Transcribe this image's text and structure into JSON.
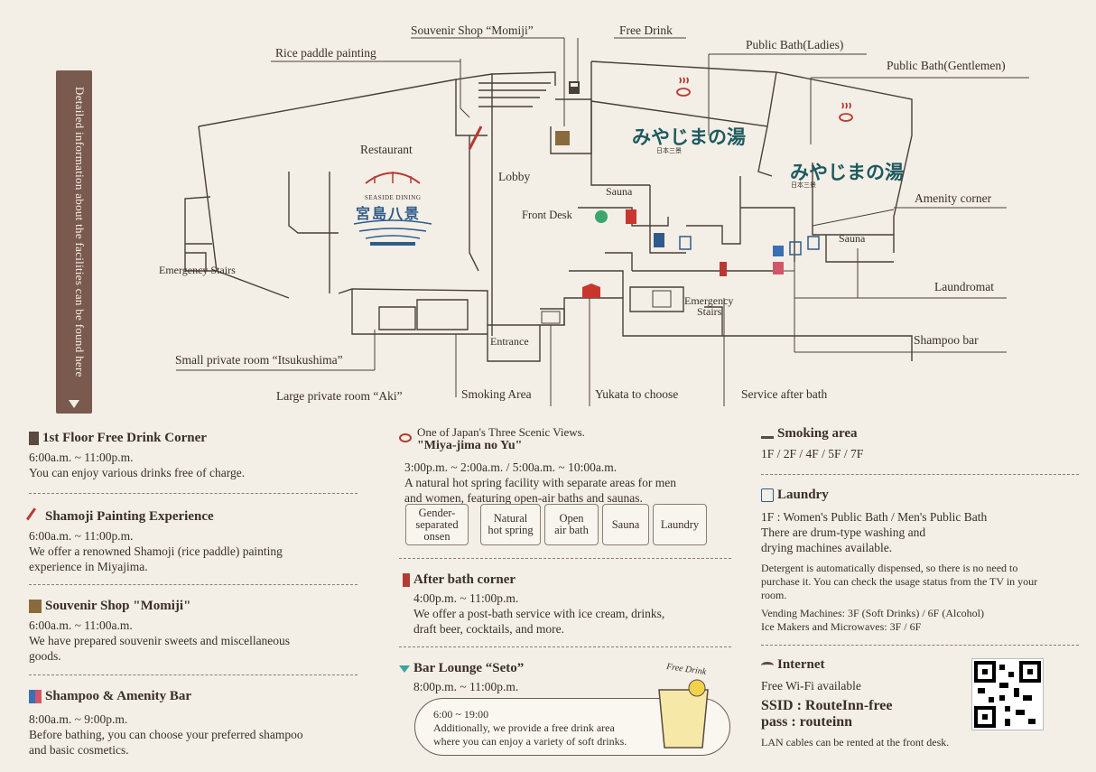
{
  "banner": {
    "text": "Detailed information about the facilities can be found here"
  },
  "map": {
    "labels": {
      "souvenir_shop": "Souvenir Shop “Momiji”",
      "free_drink": "Free Drink",
      "public_bath_ladies": "Public Bath(Ladies)",
      "public_bath_gentlemen": "Public Bath(Gentlemen)",
      "rice_paddle": "Rice paddle painting",
      "restaurant": "Restaurant",
      "restaurant_logo_small": "SEASIDE DINING",
      "restaurant_logo": "宮島八景",
      "lobby": "Lobby",
      "front_desk": "Front Desk",
      "sauna1": "Sauna",
      "sauna2": "Sauna",
      "bath_logo1": "みやじまの湯",
      "bath_logo1_sub": "日本三景",
      "bath_logo2": "みやじまの湯",
      "bath_logo2_sub": "日本三景",
      "amenity_corner": "Amenity corner",
      "emergency_stairs_left": "Emergency Stairs",
      "emergency_stairs_right_1": "Emergency",
      "emergency_stairs_right_2": "Stairs",
      "laundromat": "Laundromat",
      "shampoo_bar": "Shampoo bar",
      "entrance": "Entrance",
      "small_private_room": "Small private room “Itsukushima”",
      "large_private_room": "Large private room “Aki”",
      "smoking_area": "Smoking Area",
      "yukata": "Yukata to choose",
      "service_after_bath": "Service after bath"
    }
  },
  "left": {
    "free_drink": {
      "title": "1st Floor Free Drink Corner",
      "hours": "6:00a.m. ~ 11:00p.m.",
      "desc": "You can enjoy various drinks free of charge."
    },
    "shamoji": {
      "title": "Shamoji Painting Experience",
      "hours": "6:00a.m. ~ 11:00p.m.",
      "desc": "We offer a renowned Shamoji (rice paddle) painting\nexperience in Miyajima."
    },
    "souvenir": {
      "title": "Souvenir Shop \"Momiji\"",
      "hours": "6:00a.m. ~ 11:00a.m.",
      "desc": "We have prepared souvenir sweets and miscellaneous\ngoods."
    },
    "shampoo": {
      "title": "Shampoo & Amenity Bar",
      "hours": "8:00a.m. ~ 9:00p.m.",
      "desc": "Before bathing, you can choose your preferred shampoo\nand basic cosmetics."
    }
  },
  "middle": {
    "onsen": {
      "pre": "One of Japan's Three Scenic Views.",
      "title": "\"Miya-jima no Yu\"",
      "hours": "3:00p.m. ~ 2:00a.m. / 5:00a.m. ~ 10:00a.m.",
      "desc": "A natural hot spring facility with separate areas for men\nand women, featuring open-air baths and saunas.",
      "tags": [
        "Gender-\nseparated\nonsen",
        "Natural\nhot spring",
        "Open\nair bath",
        "Sauna",
        "Laundry"
      ]
    },
    "after_bath": {
      "title": "After bath corner",
      "hours": "4:00p.m. ~ 11:00p.m.",
      "desc": "We offer a post-bath service with ice cream, drinks,\ndraft beer, cocktails, and more."
    },
    "bar": {
      "title": "Bar Lounge “Seto”",
      "hours": "8:00p.m. ~ 11:00p.m.",
      "free_drink_hours": "6:00 ~ 19:00",
      "free_drink_desc": "Additionally, we provide a free drink area\nwhere you can enjoy a variety of soft drinks.",
      "free_drink_tag": "Free Drink"
    }
  },
  "right": {
    "smoking": {
      "title": "Smoking area",
      "floors": "1F / 2F / 4F / 5F / 7F"
    },
    "laundry": {
      "title": "Laundry",
      "desc": "1F : Women's Public Bath / Men's Public Bath\nThere are drum-type washing and\ndrying machines available.",
      "note": "Detergent is automatically dispensed, so there is no need to\npurchase it. You can check the usage status from the TV in your\nroom.",
      "vending": "Vending Machines: 3F (Soft Drinks) / 6F (Alcohol)\nIce Makers and Microwaves: 3F / 6F"
    },
    "internet": {
      "title": "Internet",
      "wifi": "Free Wi-Fi  available",
      "ssid": "SSID : RouteInn-free",
      "pass": "pass : routeinn",
      "lan": "LAN cables can be rented at the front desk."
    }
  },
  "colors": {
    "accent": "#8b2f2a",
    "teal": "#1d5a5f",
    "brown": "#7a5a4e",
    "blue": "#3b6fb3"
  }
}
